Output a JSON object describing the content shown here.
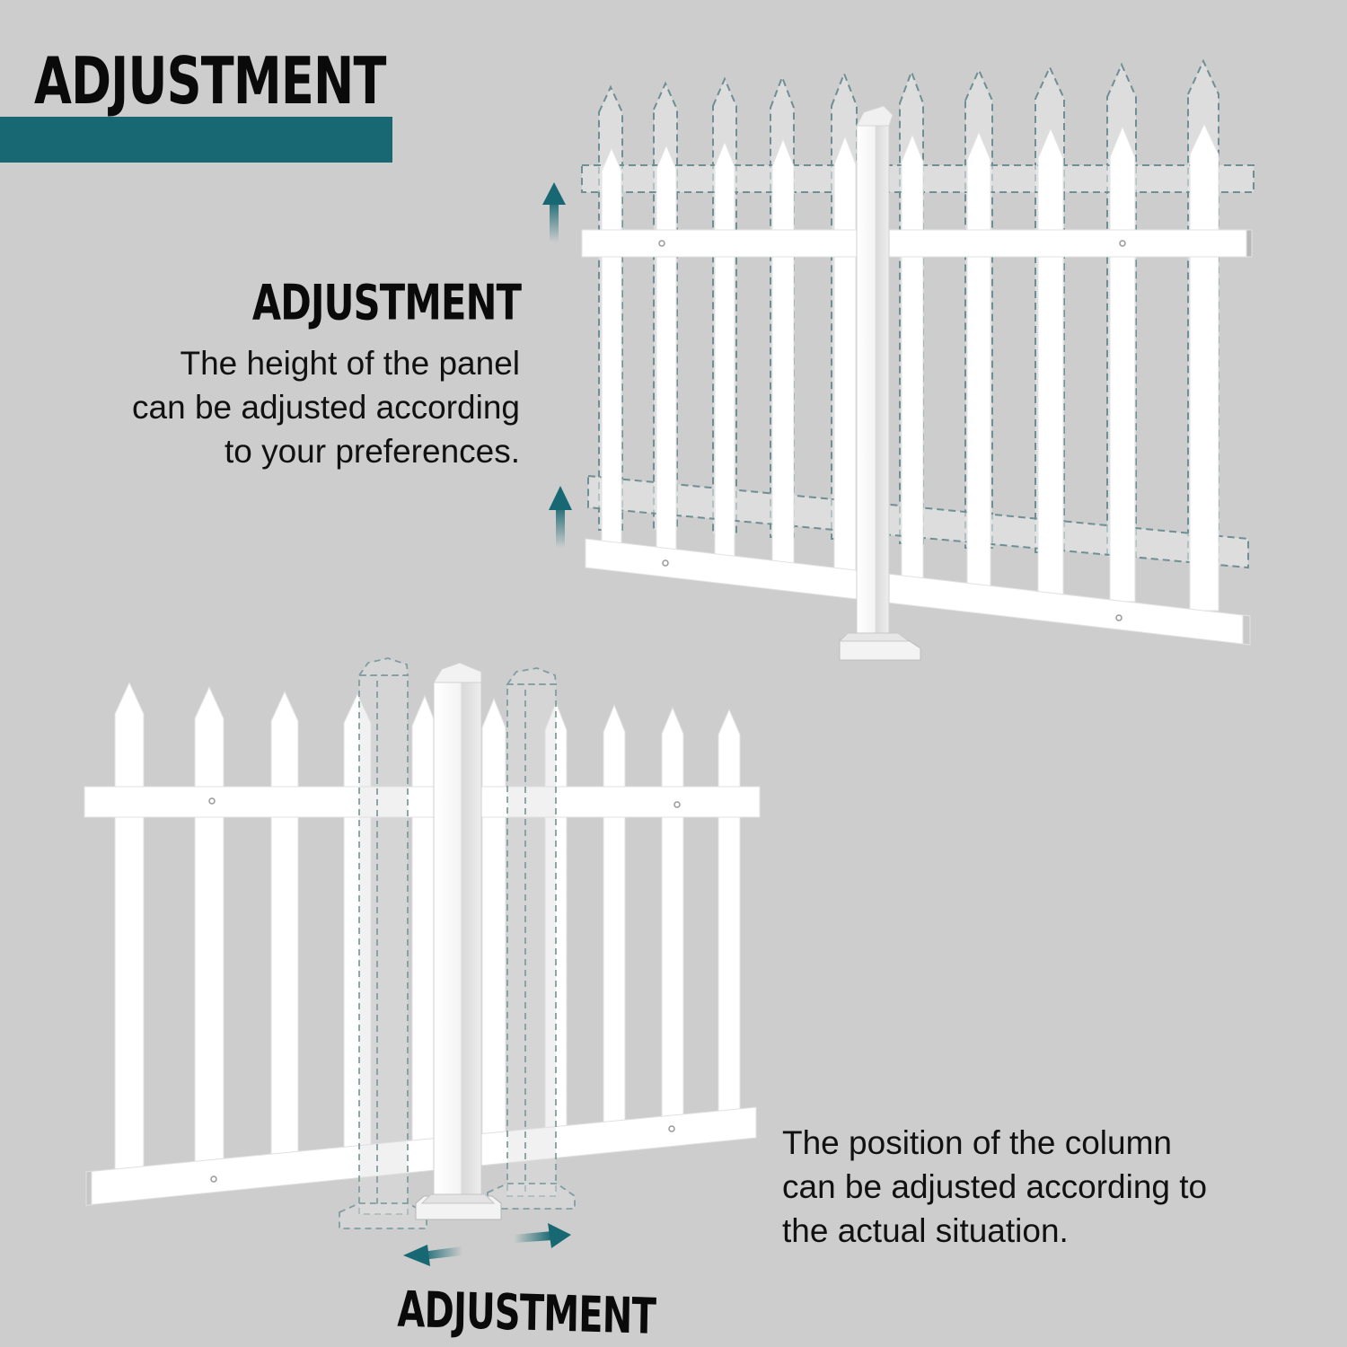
{
  "header": {
    "title": "ADJUSTMENT",
    "accent_color": "#176872"
  },
  "section_height": {
    "title": "ADJUSTMENT",
    "description_lines": [
      "The height of the panel",
      "can be adjusted according",
      "to your preferences."
    ],
    "illustration": "picket-fence-panel-with-post-height-adjustment",
    "icons": [
      "arrow-up-icon",
      "arrow-up-icon"
    ]
  },
  "section_position": {
    "title": "ADJUSTMENT",
    "description_lines": [
      "The position of the column",
      "can be adjusted according to",
      "the actual situation."
    ],
    "illustration": "picket-fence-panel-with-sliding-post",
    "icons": [
      "arrow-left-icon",
      "arrow-right-icon"
    ]
  },
  "colors": {
    "background": "#cdcdcd",
    "text": "#0a0a0a",
    "teal": "#176872",
    "fence_white": "#ffffff",
    "dashed_outline": "#6e8f93"
  }
}
